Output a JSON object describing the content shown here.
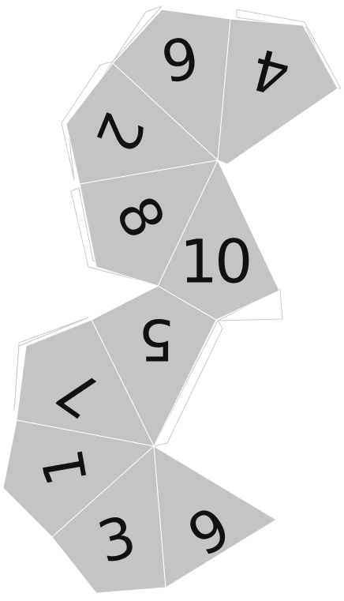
{
  "colors": {
    "background": "#ffffff",
    "face": "#c4c4c4",
    "digit": "#111111"
  },
  "faces": [
    {
      "id": "face-top-left",
      "label": "6"
    },
    {
      "id": "face-top-right",
      "label": "4"
    },
    {
      "id": "face-upper-left",
      "label": "2"
    },
    {
      "id": "face-middle-left",
      "label": "8"
    },
    {
      "id": "face-middle-right",
      "label": "10"
    },
    {
      "id": "face-center",
      "label": "5"
    },
    {
      "id": "face-lower-left",
      "label": "7"
    },
    {
      "id": "face-bottom-left",
      "label": "1"
    },
    {
      "id": "face-bottom-middle",
      "label": "3"
    },
    {
      "id": "face-bottom-right",
      "label": "6"
    }
  ]
}
